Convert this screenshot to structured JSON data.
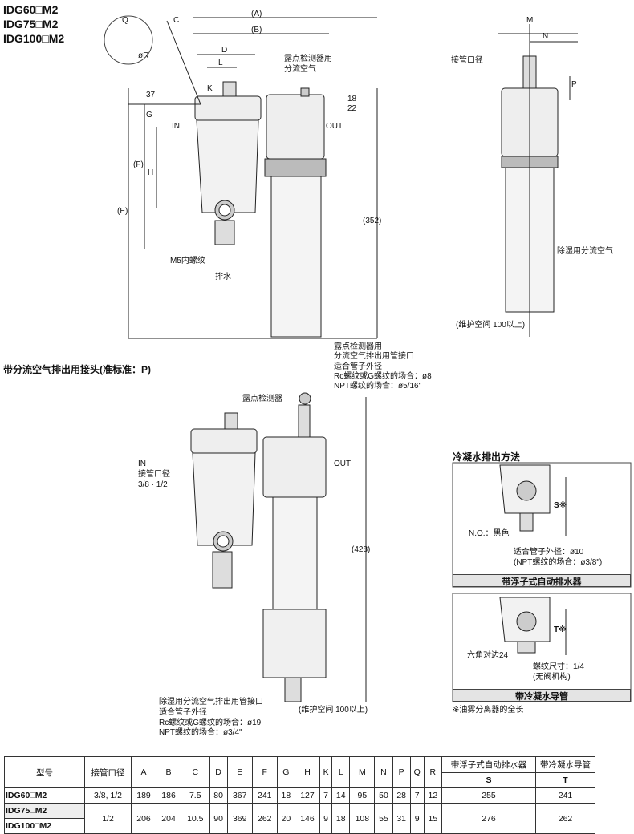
{
  "titles": [
    "IDG60□M2",
    "IDG75□M2",
    "IDG100□M2"
  ],
  "top_view": {
    "dims": {
      "A": "(A)",
      "B": "(B)",
      "C": "C",
      "D": "D",
      "L": "L",
      "K": "K",
      "Q": "Q",
      "R": "øR",
      "d37": "37",
      "G": "G",
      "F": "(F)",
      "H": "H",
      "E": "(E)",
      "d18": "18",
      "d22": "22",
      "d352": "(352)",
      "M": "M",
      "N": "N",
      "P": "P"
    },
    "labels": {
      "dew_branch": "露点检测器用",
      "dew_branch2": "分流空气",
      "in": "IN",
      "out": "OUT",
      "m5": "M5内螺纹",
      "drain": "排水",
      "port": "接管口径",
      "dehum": "除湿用分流空气",
      "maint": "(维护空间 100以上)"
    }
  },
  "section2": {
    "heading": "带分流空气排出用接头(准标准：P)",
    "dew_port": [
      "露点检测器用",
      "分流空气排出用管接口",
      "适合管子外径",
      "Rc螺纹或G螺纹的场合：ø8",
      "NPT螺纹的场合：ø5/16\""
    ],
    "dew_detector": "露点检测器",
    "in": "IN",
    "port": "接管口径",
    "port_size": "3/8 · 1/2",
    "out": "OUT",
    "d428": "(428)",
    "dehum_port": [
      "除湿用分流空气排出用管接口",
      "适合管子外径",
      "Rc螺纹或G螺纹的场合：ø19",
      "NPT螺纹的场合：ø3/4\""
    ],
    "maint": "(维护空间 100以上)"
  },
  "drain_methods": {
    "heading": "冷凝水排出方法",
    "auto": {
      "s": "S※",
      "no": "N.O.：黑色",
      "tube": "适合管子外径：ø10",
      "npt": "(NPT螺纹的场合：ø3/8\")",
      "caption": "带浮子式自动排水器"
    },
    "guide": {
      "t": "T※",
      "hex": "六角对边24",
      "thread": "螺纹尺寸：1/4",
      "novalve": "(无阀机构)",
      "caption": "带冷凝水导管"
    },
    "note": "※油雾分离器的全长"
  },
  "table": {
    "headers": [
      "型号",
      "接管口径",
      "A",
      "B",
      "C",
      "D",
      "E",
      "F",
      "G",
      "H",
      "K",
      "L",
      "M",
      "N",
      "P",
      "Q",
      "R",
      "带浮子式自动排水器",
      "带冷凝水导管"
    ],
    "subheaders": [
      "S",
      "T"
    ],
    "rows": [
      {
        "models": [
          "IDG60□M2"
        ],
        "values": [
          "3/8, 1/2",
          "189",
          "186",
          "7.5",
          "80",
          "367",
          "241",
          "18",
          "127",
          "7",
          "14",
          "95",
          "50",
          "28",
          "7",
          "12",
          "255",
          "241"
        ]
      },
      {
        "models": [
          "IDG75□M2",
          "IDG100□M2"
        ],
        "values": [
          "1/2",
          "206",
          "204",
          "10.5",
          "90",
          "369",
          "262",
          "20",
          "146",
          "9",
          "18",
          "108",
          "55",
          "31",
          "9",
          "15",
          "276",
          "262"
        ]
      }
    ]
  }
}
